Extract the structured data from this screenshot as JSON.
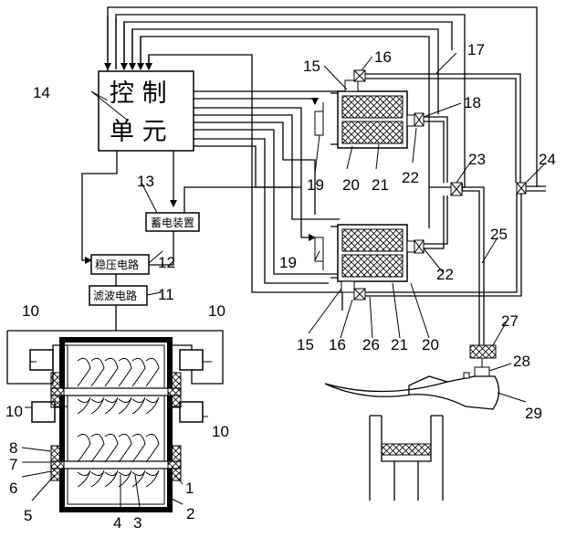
{
  "control_unit": {
    "line1": "控  制",
    "line2": "单  元"
  },
  "blocks": {
    "storage": "蓄电装置",
    "regulator": "稳压电路",
    "filter": "滤波电路"
  },
  "labels": {
    "n1": "1",
    "n2": "2",
    "n3": "3",
    "n4": "4",
    "n5": "5",
    "n6": "6",
    "n7": "7",
    "n8": "8",
    "n10": "10",
    "n11": "11",
    "n12": "12",
    "n13": "13",
    "n14": "14",
    "n15": "15",
    "n16": "16",
    "n17": "17",
    "n18": "18",
    "n19": "19",
    "n20": "20",
    "n21": "21",
    "n22": "22",
    "n23": "23",
    "n24": "24",
    "n25": "25",
    "n26": "26",
    "n27": "27",
    "n28": "28",
    "n29": "29"
  }
}
